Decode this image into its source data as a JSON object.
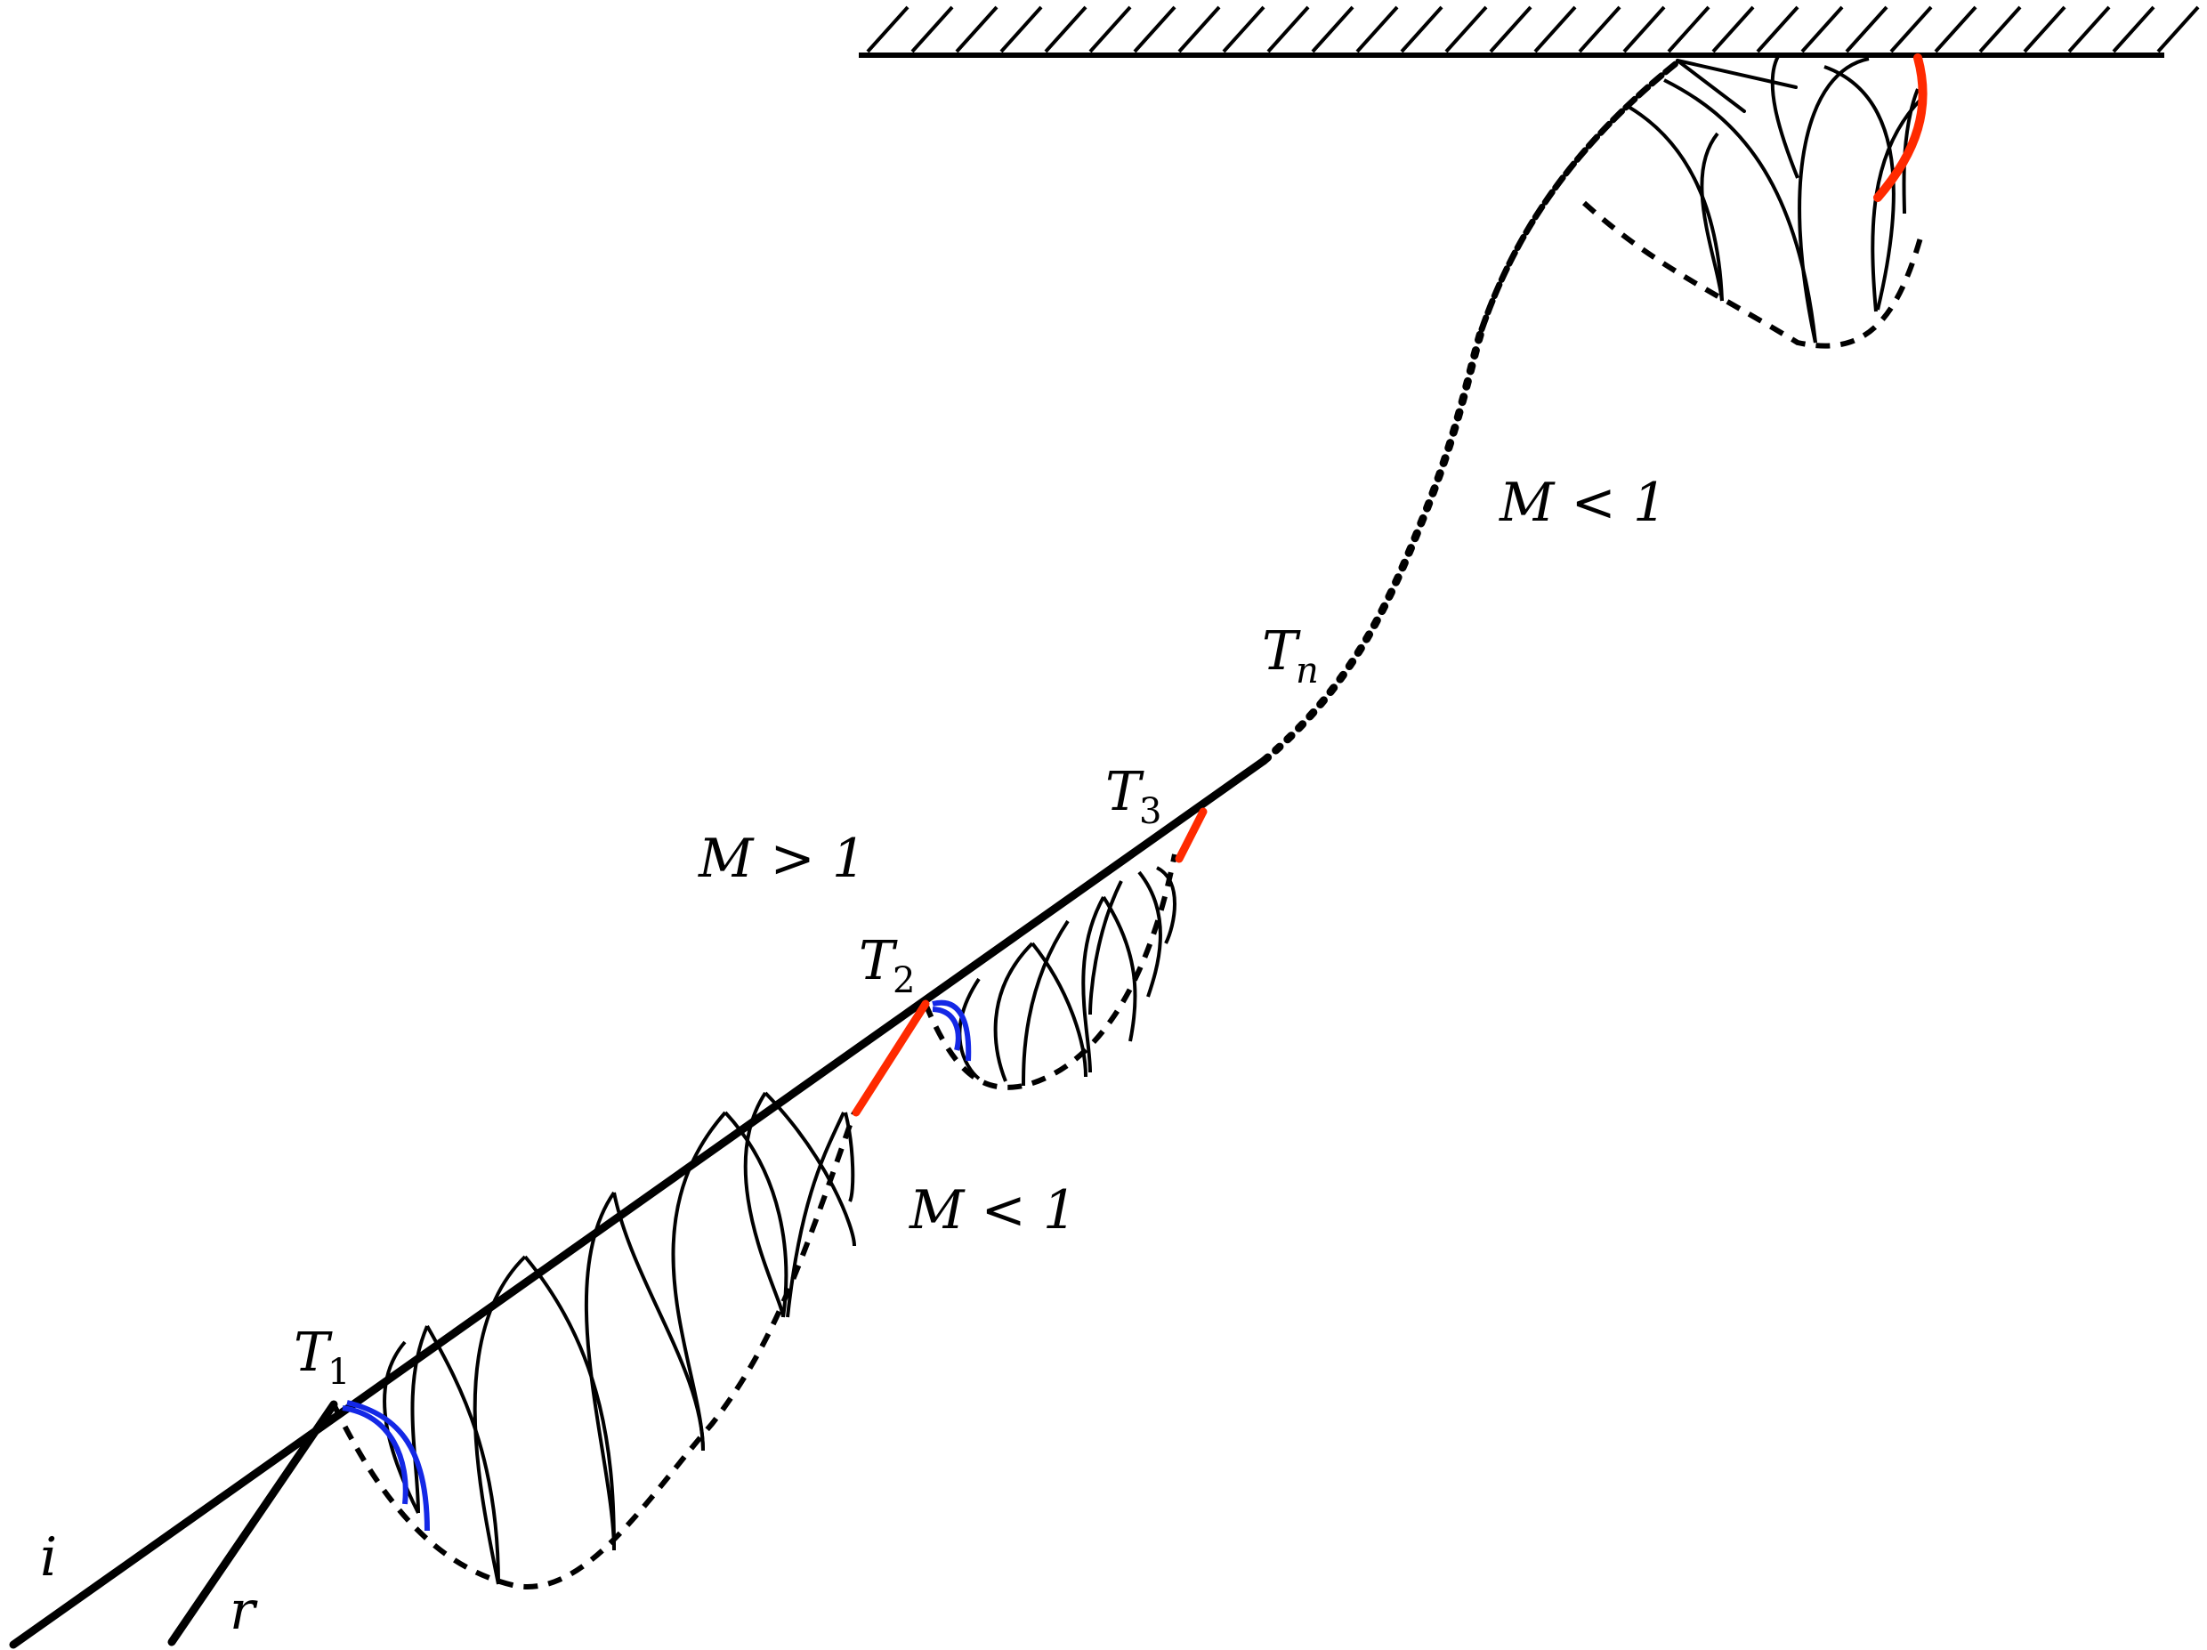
{
  "labels": {
    "incident": "i",
    "reflected": "r",
    "t1_main": "T",
    "t1_sub": "1",
    "t2_main": "T",
    "t2_sub": "2",
    "t3_main": "T",
    "t3_sub": "3",
    "tn_main": "T",
    "tn_sub": "n",
    "region_supersonic": "M > 1",
    "region_subsonic_lower": "M < 1",
    "region_subsonic_upper": "M < 1"
  },
  "colors": {
    "ink": "#000000",
    "sonic_line": "#ff2a00",
    "expansion": "#1428e6"
  }
}
